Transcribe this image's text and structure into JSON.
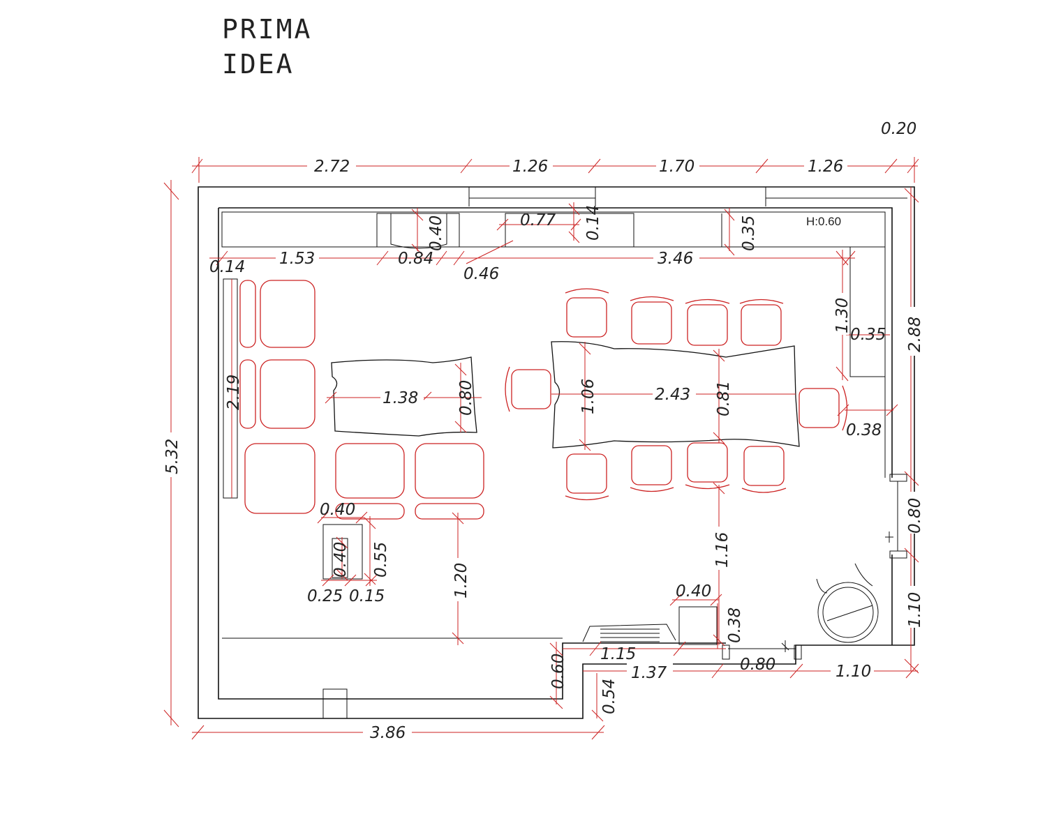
{
  "title": {
    "line1": "PRIMA",
    "line2": "IDEA"
  },
  "dimensions": {
    "top_offset": "0.20",
    "top": [
      "2.72",
      "1.26",
      "1.70",
      "1.26"
    ],
    "left_height": "5.32",
    "right_upper": "2.88",
    "right_door": "0.80",
    "right_lower": "1.10",
    "bottom_left": "3.86",
    "kitchen_run": [
      "0.14",
      "1.53",
      "0.84",
      "0.46",
      "3.46"
    ],
    "sink_width": "0.40",
    "hob_width": "0.77",
    "hob_depth": "0.14",
    "counter_depth": "0.35",
    "counter_height_label": "H:0.60",
    "side_counter_length": "1.30",
    "side_counter_depth": "0.35",
    "sofa_length": "2.19",
    "coffee_table_length": "1.38",
    "coffee_table_width": "0.80",
    "dining_table_length": "2.43",
    "dining_table_width": "1.06",
    "dining_gap_top": "0.81",
    "dining_gap_right": "0.38",
    "dining_gap_bottom": "1.16",
    "ottoman_width": "0.40",
    "ottoman_depth": "0.55",
    "ottoman_inner": "0.40",
    "ottoman_25": "0.25",
    "ottoman_15": "0.15",
    "sofa_gap": "1.20",
    "cabinet_width": "0.40",
    "cabinet_depth": "0.38",
    "step_height": "0.60",
    "step_lower": "0.54",
    "bottom_wall_1": "1.15",
    "bottom_wall_2": "1.37",
    "door_bottom": "0.80",
    "bottom_right": "1.10"
  },
  "colors": {
    "furniture": "#cc2222",
    "walls": "#111111",
    "dimension_lines": "#cc2222"
  }
}
